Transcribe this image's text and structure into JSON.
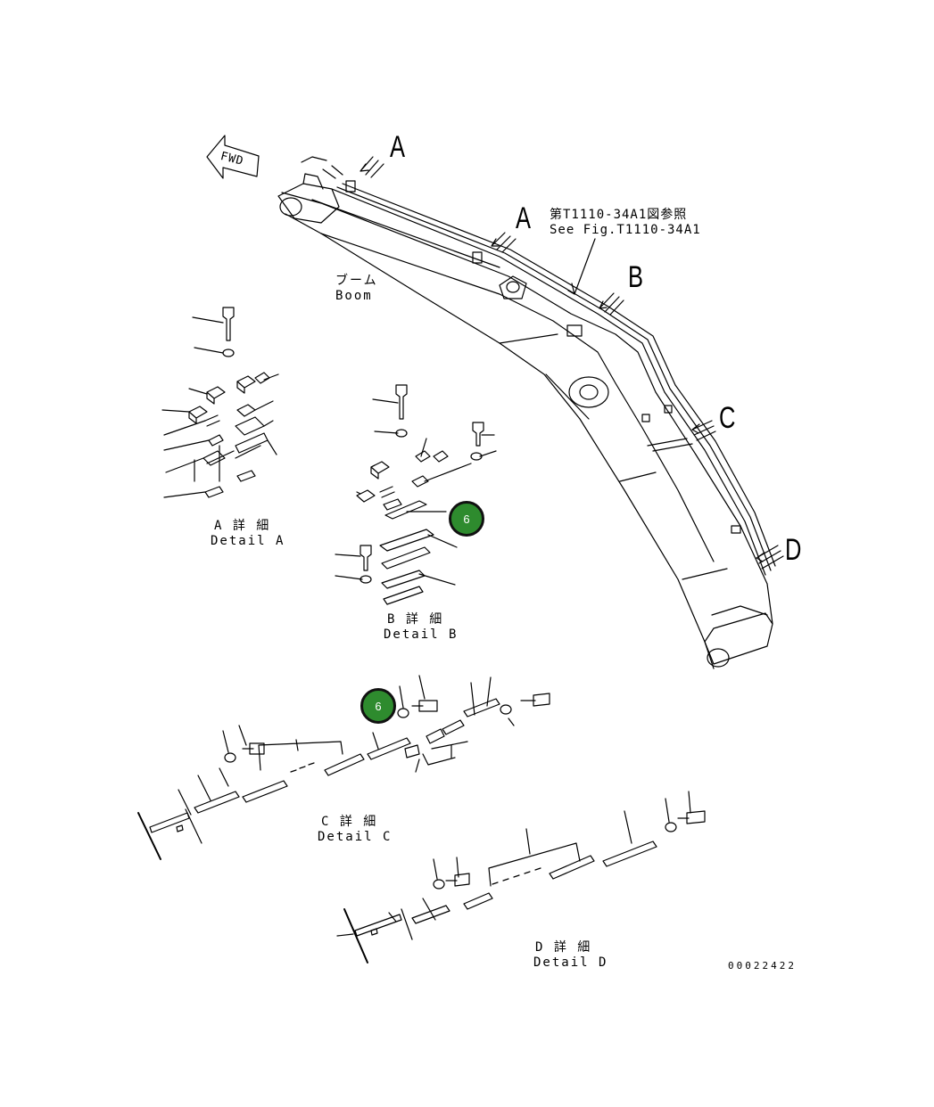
{
  "figure": {
    "fwd_label": "FWD",
    "callouts": {
      "a_top": "A",
      "a_mid": "A",
      "b": "B",
      "c": "C",
      "d": "D"
    },
    "reference_note": {
      "ja": "第T1110-34A1図参照",
      "en": "See Fig.T1110-34A1"
    },
    "boom_label": {
      "ja": "ブーム",
      "en": "Boom"
    },
    "details": {
      "a": {
        "ja": "A 詳 細",
        "en": "Detail A"
      },
      "b": {
        "ja": "B 詳 細",
        "en": "Detail B"
      },
      "c": {
        "ja": "C 詳 細",
        "en": "Detail C"
      },
      "d": {
        "ja": "D 詳 細",
        "en": "Detail D"
      }
    },
    "part_badges": [
      "6",
      "6"
    ],
    "drawing_number": "00022422",
    "colors": {
      "badge_fill": "#2e8b2e",
      "line": "#000000"
    }
  }
}
